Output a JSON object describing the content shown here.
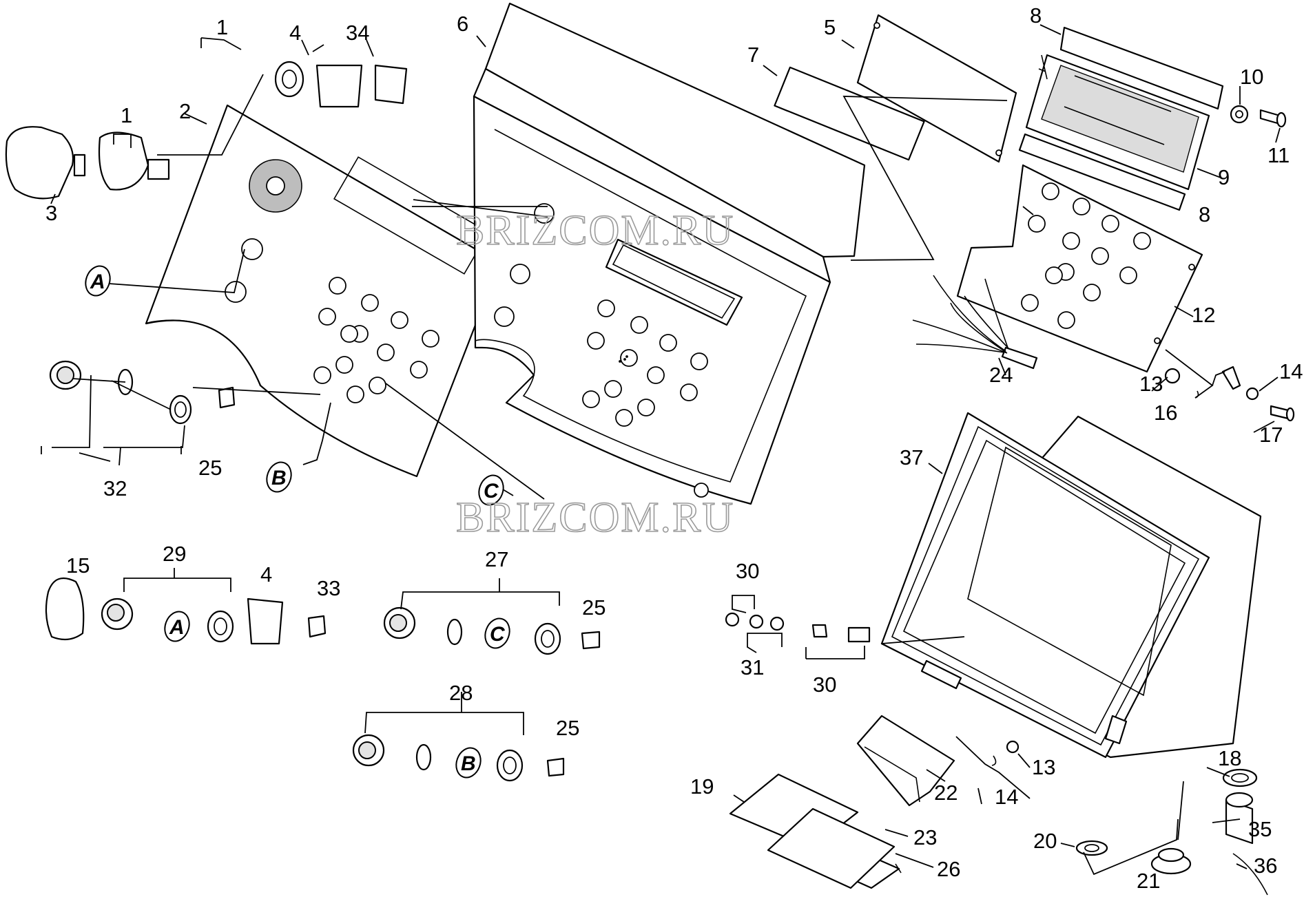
{
  "watermarks": [
    "BRIZCOM.RU",
    "BRIZCOM.RU"
  ],
  "callouts": [
    "1",
    "1",
    "2",
    "3",
    "4",
    "4",
    "5",
    "6",
    "7",
    "8",
    "8",
    "9",
    "10",
    "11",
    "12",
    "13",
    "13",
    "14",
    "14",
    "15",
    "16",
    "17",
    "18",
    "19",
    "20",
    "21",
    "22",
    "23",
    "24",
    "25",
    "25",
    "25",
    "26",
    "27",
    "28",
    "29",
    "30",
    "30",
    "31",
    "32",
    "33",
    "34",
    "35",
    "36",
    "37"
  ],
  "badges": [
    "A",
    "B",
    "C",
    "A",
    "C",
    "B"
  ],
  "colors": {
    "line": "#000000",
    "background": "#ffffff",
    "knob_shading": "#bdbdbd",
    "watermark": "#9a9a9a"
  }
}
